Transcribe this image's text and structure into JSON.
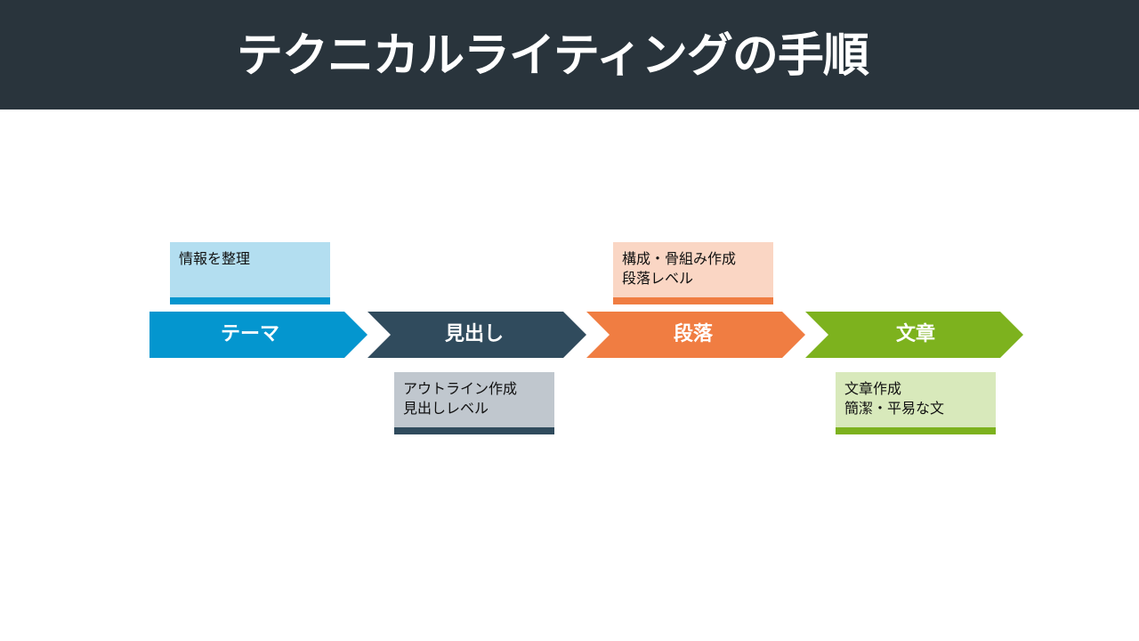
{
  "title": "テクニカルライティングの手順",
  "steps": [
    {
      "label": "テーマ",
      "color": "#0496cf"
    },
    {
      "label": "見出し",
      "color": "#304b5d"
    },
    {
      "label": "段落",
      "color": "#f07d42"
    },
    {
      "label": "文章",
      "color": "#7db21e"
    }
  ],
  "notes": [
    {
      "lines": [
        "情報を整理"
      ],
      "bg": "#b3def0",
      "bar": "#0496cf"
    },
    {
      "lines": [
        "アウトライン作成",
        "見出しレベル"
      ],
      "bg": "#c0c7ce",
      "bar": "#304b5d"
    },
    {
      "lines": [
        "構成・骨組み作成",
        "段落レベル"
      ],
      "bg": "#fad6c4",
      "bar": "#f07d42"
    },
    {
      "lines": [
        "文章作成",
        "簡潔・平易な文"
      ],
      "bg": "#d8e9bb",
      "bar": "#7db21e"
    }
  ]
}
